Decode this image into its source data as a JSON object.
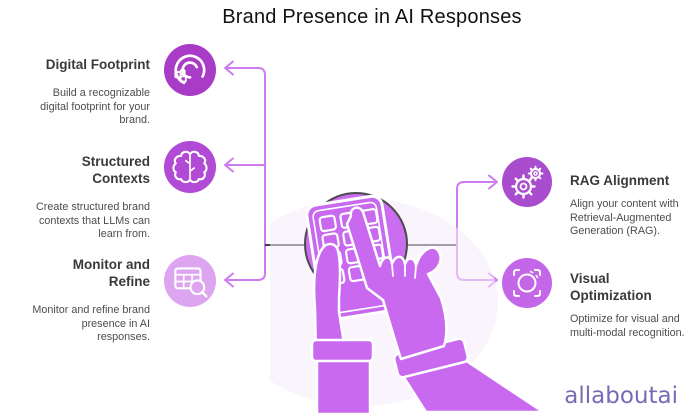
{
  "title": "Brand Presence in AI Responses",
  "left_items": [
    {
      "label": "Digital Footprint",
      "description": "Build a recognizable\ndigital footprint for your\nbrand.",
      "icon": "digital-footprint-icon",
      "circle_color": "#a83cc6"
    },
    {
      "label": "Structured\nContexts",
      "description": "Create structured brand\ncontexts that LLMs can\nlearn from.",
      "icon": "brain-icon",
      "circle_color": "#b14ad4"
    },
    {
      "label": "Monitor and\nRefine",
      "description": "Monitor and refine brand\npresence in AI\nresponses.",
      "icon": "table-search-icon",
      "circle_color": "#dda4ef"
    }
  ],
  "right_items": [
    {
      "label": "RAG Alignment",
      "description": "Align your content with\nRetrieval-Augmented\nGeneration (RAG).",
      "icon": "gears-icon",
      "circle_color": "#aa4cce"
    },
    {
      "label": "Visual\nOptimization",
      "description": "Optimize for visual and\nmulti-modal recognition.",
      "icon": "focus-scan-icon",
      "circle_color": "#c466e8"
    }
  ],
  "logo": "allaboutai",
  "colors": {
    "arrow": "#d07af0",
    "connector_dark": "#3f3f3f",
    "illustration_fill": "#c869ef",
    "illustration_circle_outline": "#4a4a4a",
    "icon_glyph": "#ffffff",
    "title_text": "#111111",
    "heading_text": "#3a3a3a",
    "body_text": "#4d4d4d",
    "logo_text": "#7a6ab5"
  }
}
